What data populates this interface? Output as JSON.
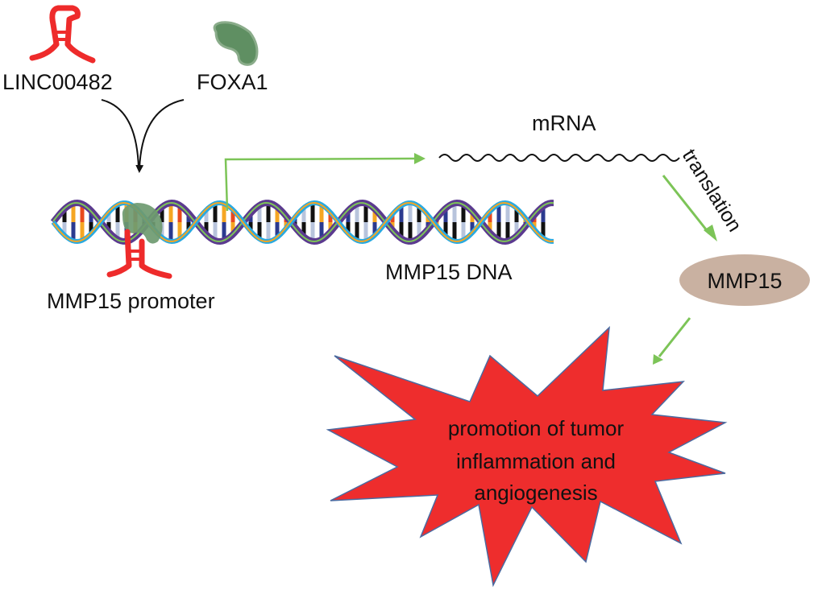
{
  "diagram": {
    "labels": {
      "lncrna": "LINC00482",
      "tf": "FOXA1",
      "promoter": "MMP15 promoter",
      "dna": "MMP15 DNA",
      "mrna": "mRNA",
      "translation": "translation",
      "protein": "MMP15",
      "outcome_line1": "promotion of tumor",
      "outcome_line2": "inflammation and",
      "outcome_line3": "angiogenesis"
    },
    "icons": {
      "lncrna": "rna-hairpin-icon",
      "tf": "protein-blob-icon",
      "dna": "dna-double-helix-icon",
      "mrna": "wavy-mrna-icon"
    },
    "colors": {
      "rna_red": "#ee2b2b",
      "foxa1_green": "#5f8f62",
      "arrow_green": "#7cc457",
      "arrow_black": "#111111",
      "protein_oval": "#c9b1a1",
      "starburst_fill": "#ee2d2d",
      "starburst_stroke": "#4a6aa0"
    },
    "flow": [
      {
        "from": "LINC00482",
        "to": "MMP15 promoter"
      },
      {
        "from": "FOXA1",
        "to": "MMP15 promoter"
      },
      {
        "from": "MMP15 promoter",
        "to": "mRNA"
      },
      {
        "from": "mRNA",
        "to": "MMP15",
        "label": "translation"
      },
      {
        "from": "MMP15",
        "to": "promotion of tumor inflammation and angiogenesis"
      }
    ]
  }
}
